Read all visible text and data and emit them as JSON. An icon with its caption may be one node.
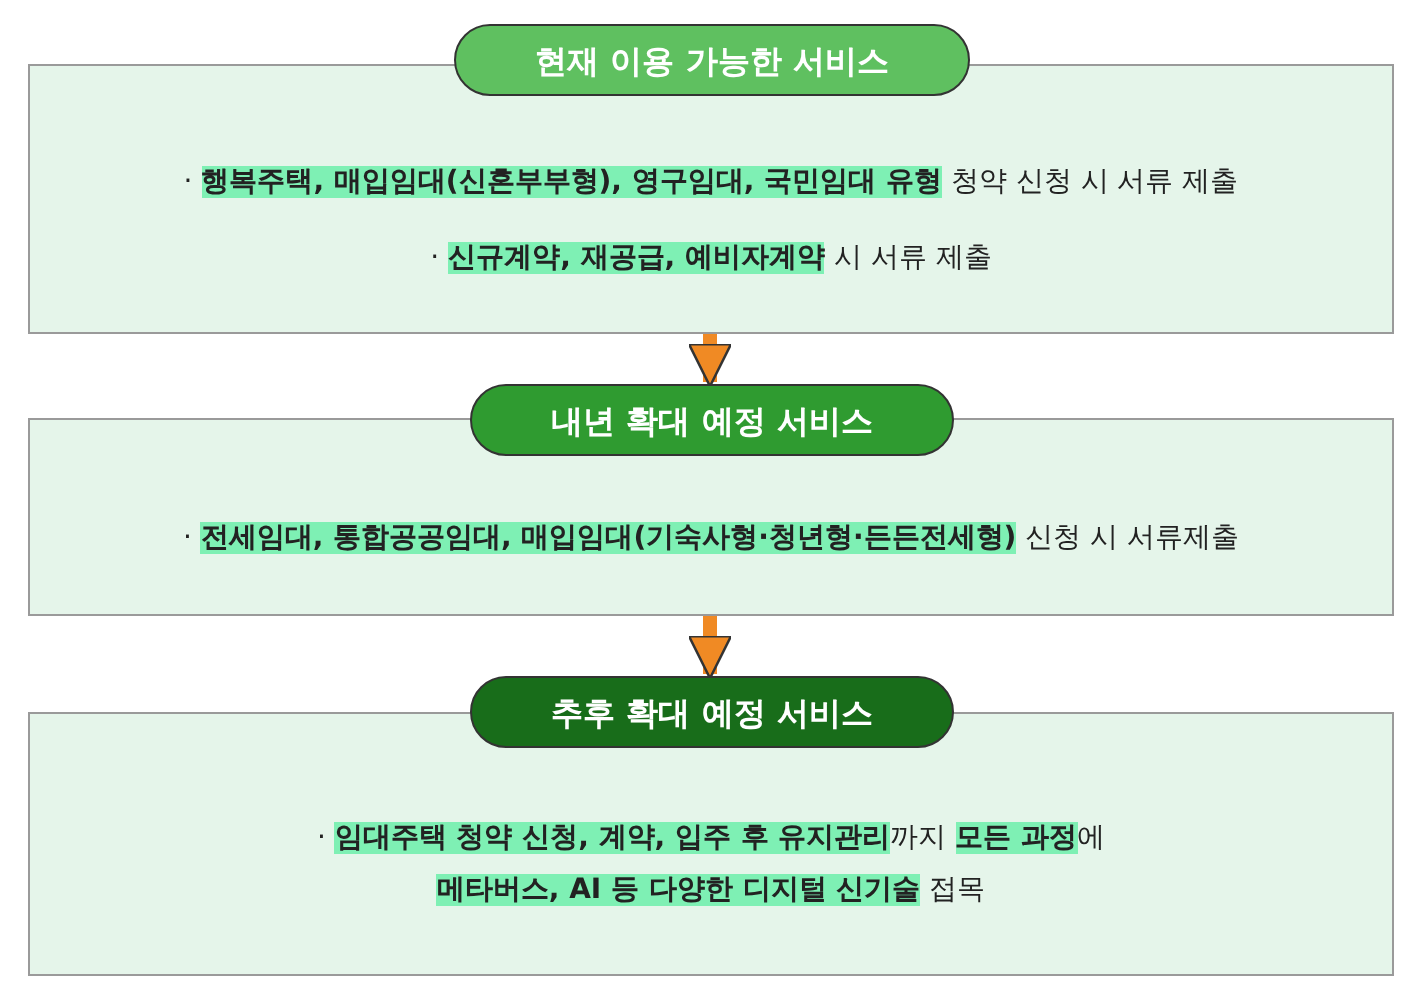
{
  "diagram": {
    "nodes": [
      {
        "text": [
          "현재 이용 가능한 서비스"
        ]
      },
      {
        "text": [
          "· **행복주택, 매입임대(신혼부부형), 영구임대, 국민임대 유형** 청약 신청 시 서류 제출",
          "· **신규계약, 재공급, 예비자계약** 시 서류 제출"
        ]
      },
      {
        "text": [
          "내년 확대 예정 서비스"
        ]
      },
      {
        "text": [
          "· **전세임대, 통합공공임대, 매입임대(기숙사형·청년형·든든전세형)** 신청 시 서류제출"
        ]
      },
      {
        "text": [
          "추후 확대 예정 서비스"
        ]
      },
      {
        "text": [
          "· **임대주택 청약 신청, 계약, 입주 후 유지관리**까지 **모든 과정**에 **메타버스, AI 등 다양한 디지털 신기술** 접목"
        ]
      }
    ],
    "edges": [
      {
        "from": 1,
        "to": 2,
        "arrow": "to",
        "color": "#f08a24"
      },
      {
        "from": 3,
        "to": 4,
        "arrow": "to",
        "color": "#f08a24"
      }
    ]
  }
}
